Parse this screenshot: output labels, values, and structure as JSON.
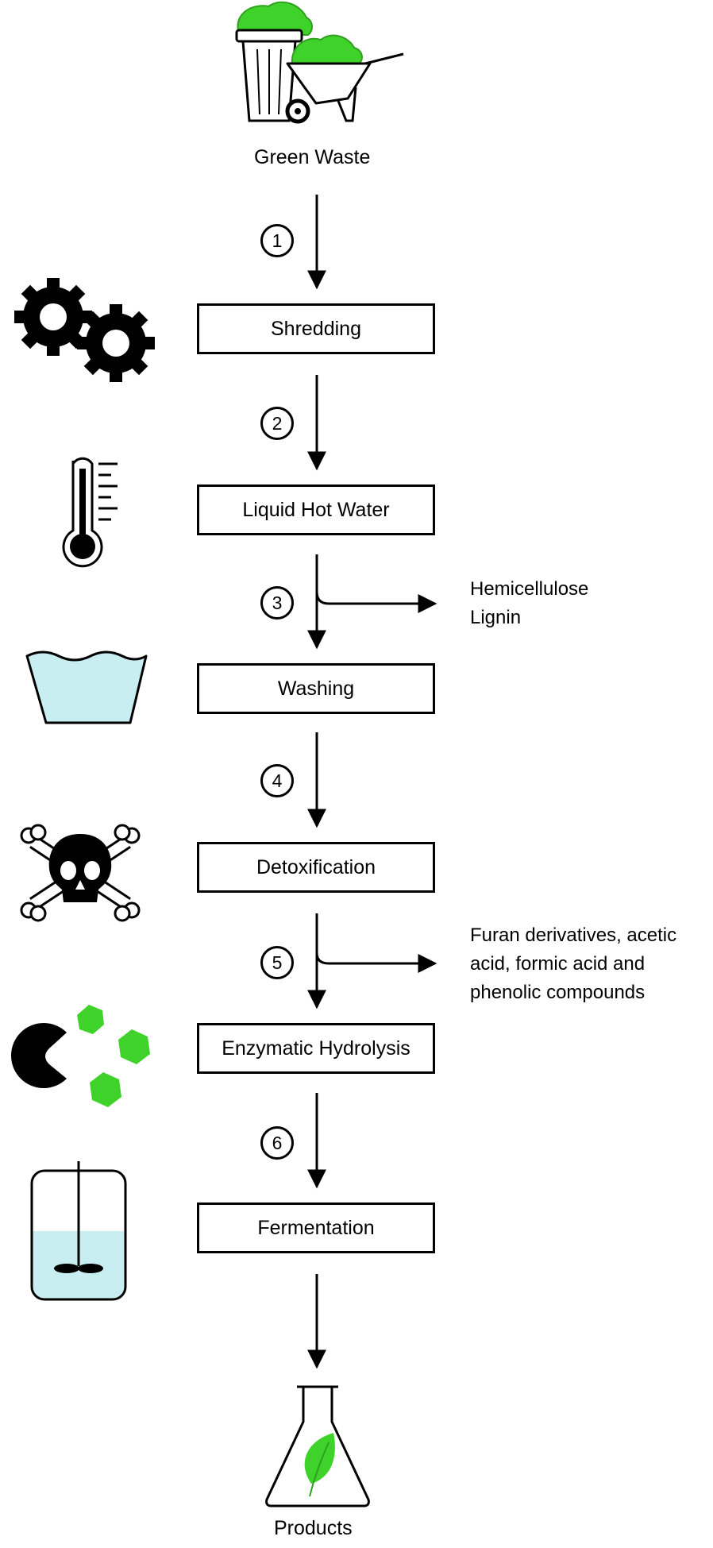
{
  "source": {
    "label": "Green Waste"
  },
  "steps": [
    {
      "number": "1"
    },
    {
      "number": "2"
    },
    {
      "number": "3"
    },
    {
      "number": "4"
    },
    {
      "number": "5"
    },
    {
      "number": "6"
    }
  ],
  "stages": [
    {
      "label": "Shredding",
      "icon": "gears-icon"
    },
    {
      "label": "Liquid Hot Water",
      "icon": "thermometer-icon"
    },
    {
      "label": "Washing",
      "icon": "water-basin-icon"
    },
    {
      "label": "Detoxification",
      "icon": "skull-crossbones-icon"
    },
    {
      "label": "Enzymatic Hydrolysis",
      "icon": "enzyme-pacman-icon"
    },
    {
      "label": "Fermentation",
      "icon": "fermenter-tank-icon"
    }
  ],
  "side_streams": [
    {
      "lines": [
        "Hemicellulose",
        "Lignin"
      ]
    },
    {
      "lines": [
        "Furan derivatives, acetic",
        "acid, formic acid and",
        "phenolic compounds"
      ]
    }
  ],
  "output": {
    "label": "Products",
    "icon": "flask-leaf-icon"
  },
  "colors": {
    "green": "#3fd22a",
    "water": "#c8eef2",
    "line": "#000000"
  }
}
